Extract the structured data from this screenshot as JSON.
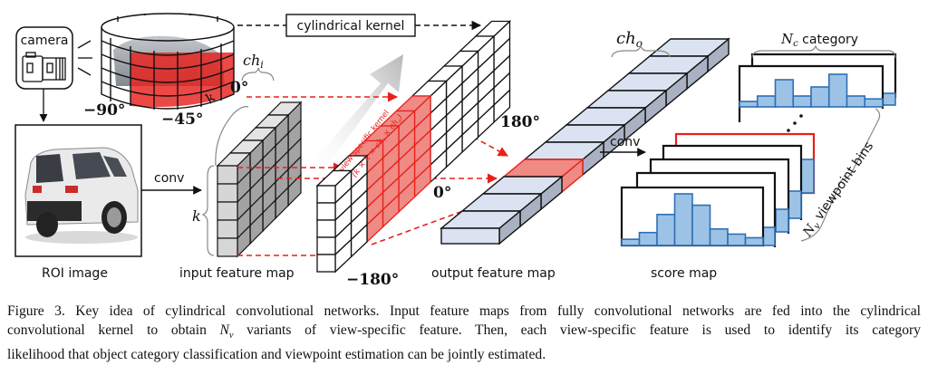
{
  "figure": {
    "camera_label": "camera",
    "cylindrical_kernel_label": "cylindrical kernel",
    "angles": {
      "neg90": "−90°",
      "neg45": "−45°",
      "zero_top": "0°",
      "one80": "180°",
      "zero_mid": "0°",
      "neg180": "−180°"
    },
    "k_label": "k",
    "ch_i_label": "ch",
    "ch_i_sub": "i",
    "ch_o_label": "ch",
    "ch_o_sub": "o",
    "conv_label_1": "conv",
    "conv_label_2": "conv",
    "view_kernel_line1": "view-specific kernel",
    "view_kernel_line2": "(k × k × ch",
    "view_kernel_line2_sub1": "i",
    "view_kernel_line2_mid": " × ch",
    "view_kernel_line2_sub2": "o",
    "view_kernel_line2_end": ")",
    "nc_label": "N",
    "nc_sub": "c",
    "nc_rest": " category",
    "nv_label": "N",
    "nv_sub": "v",
    "nv_rest": " viewpoint bins",
    "roi_label": "ROI image",
    "input_label": "input feature map",
    "output_label": "output feature map",
    "score_label": "score map",
    "colors": {
      "red": "#e8201c",
      "red_fill": "#ef8a84",
      "blue_edge": "#2f6fb5",
      "blue_fill": "#9cc3e6",
      "strip_fill": "#dbe3f2",
      "strip_side": "#a9b1c2",
      "gray_front": "#d6d6d6",
      "gray_side": "#a3a3a3"
    },
    "front_histogram": [
      0.12,
      0.25,
      0.6,
      1.0,
      0.78,
      0.32,
      0.22,
      0.15
    ],
    "back_histogram": [
      0.15,
      0.3,
      0.75,
      0.3,
      0.55,
      0.9,
      0.3,
      0.22
    ]
  },
  "caption": {
    "line1": "Figure 3. Key idea of cylindrical convolutional networks. Input feature maps from fully convolutional networks are fed into the cylindrical",
    "line2a": "convolutional kernel to obtain ",
    "line2_math": "N",
    "line2_math_sub": "v",
    "line2b": " variants of view-specific feature.  Then, each view-specific feature is used to identify its category",
    "line3": "likelihood that object category classification and viewpoint estimation can be jointly estimated."
  }
}
